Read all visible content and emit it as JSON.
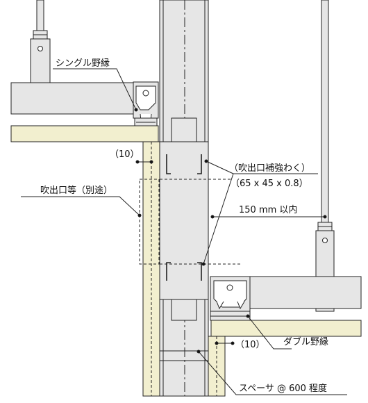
{
  "labels": {
    "single_runner": "シングル野縁",
    "ten_upper": "（10）",
    "outlet_note": "吹出口等（別途）",
    "frame_title": "（吹出口補強わく）",
    "frame_size": "（65 x 45 x 0.8）",
    "within": "150 mm 以内",
    "ten_lower": "（10）",
    "double_runner": "ダブル野縁",
    "spacer": "スペーサ @ 600 程度"
  },
  "colors": {
    "board": "#f2efcf",
    "steel": "#e6e6e6",
    "line": "#222222"
  }
}
